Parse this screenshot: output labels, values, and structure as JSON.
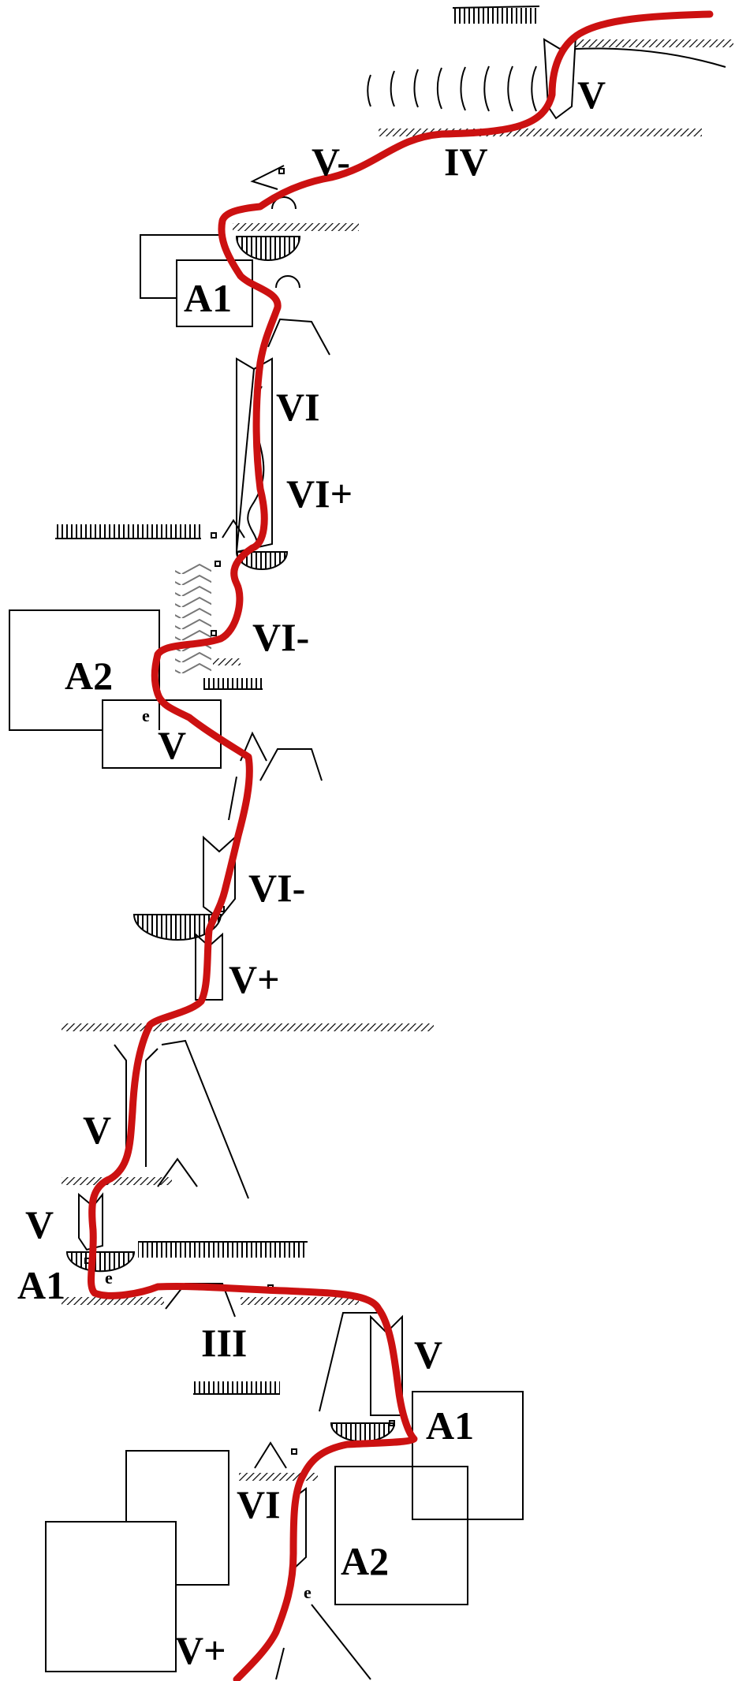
{
  "diagram": {
    "route_color": "#cc1111",
    "ink_color": "#000000",
    "labels": {
      "v_top": "V",
      "iv": "IV",
      "v_minus_top": "V-",
      "a1_top": "A1",
      "vi_1": "VI",
      "vi_plus": "VI+",
      "vi_minus_1": "VI-",
      "a2_top": "A2",
      "e_a2": "e",
      "v_a2": "V",
      "vi_minus_2": "VI-",
      "v_plus_mid": "V+",
      "v_left_1": "V",
      "v_left_2": "V",
      "a1_left": "A1",
      "e_a1": "e",
      "iii": "III",
      "v_right": "V",
      "a1_bottom": "A1",
      "vi_bottom": "VI",
      "a2_bottom": "A2",
      "e_bottom": "e",
      "v_plus_bottom": "V+"
    }
  }
}
